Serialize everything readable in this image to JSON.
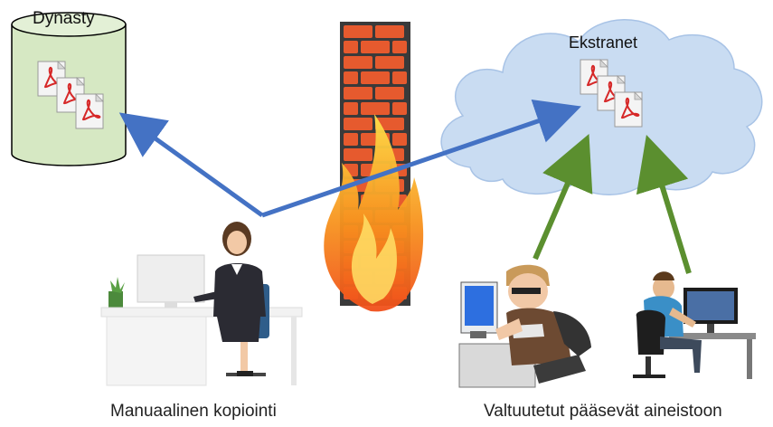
{
  "database": {
    "label": "Dynasty",
    "fill": "#d6e8c3",
    "stroke": "#000000"
  },
  "extranet": {
    "label": "Ekstranet",
    "fill": "#c9dcf2",
    "stroke": "#a8c3e6"
  },
  "captions": {
    "left": "Manuaalinen kopiointi",
    "right": "Valtuutetut pääsevät aineistoon"
  },
  "colors": {
    "copy_arrow": "#4472c4",
    "access_arrow": "#5b8f2f",
    "firewall_brick": "#e65a2e",
    "firewall_mortar": "#3a3a3a",
    "flame_outer": "#f36f21",
    "flame_inner": "#ffd33a",
    "pdf_icon": "#d62828"
  },
  "icons": [
    "database-icon",
    "pdf-document-icon",
    "firewall-icon",
    "cloud-icon",
    "office-worker-icon",
    "hacker-icon",
    "remote-user-icon"
  ]
}
